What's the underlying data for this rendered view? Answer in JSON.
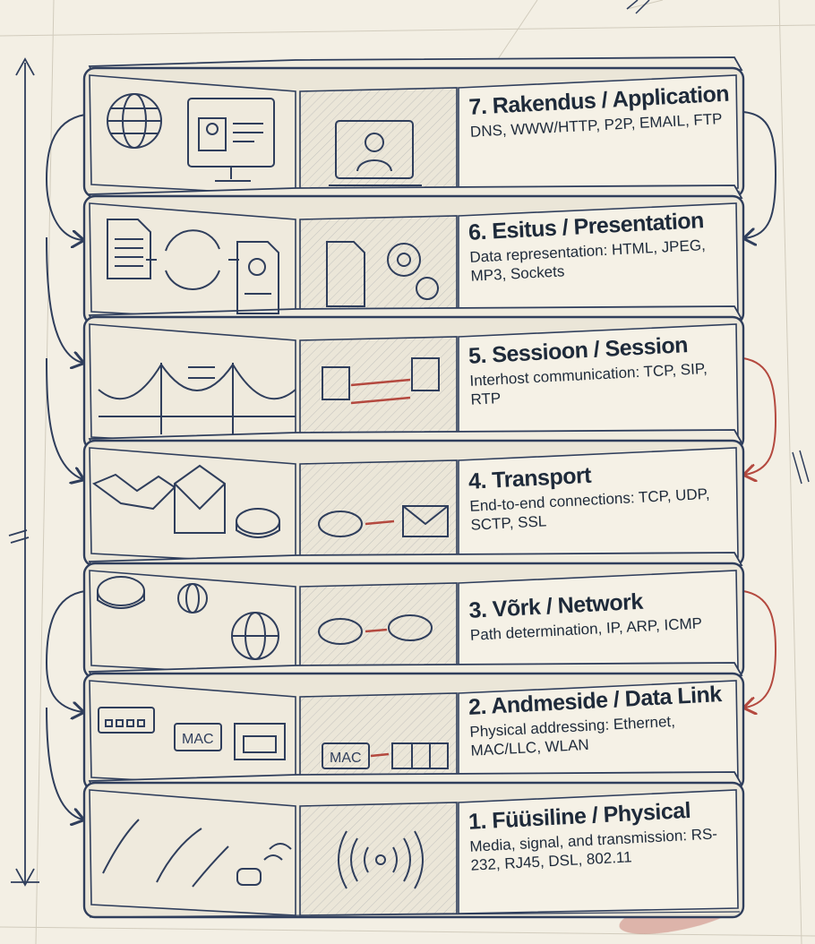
{
  "layers": [
    {
      "title": "7. Rakendus / Application",
      "description": "DNS, WWW/HTTP, P2P, EMAIL, FTP",
      "icons": [
        "globe-icon",
        "monitor-profile-icon",
        "laptop-user-icon"
      ]
    },
    {
      "title": "6. Esitus / Presentation",
      "description": "Data representation: HTML, JPEG, MP3, Sockets",
      "icons": [
        "document-icon",
        "sync-arrows-icon",
        "document-gear-icon",
        "gears-icon"
      ]
    },
    {
      "title": "5. Sessioon / Session",
      "description": "Interhost communication: TCP, SIP, RTP",
      "icons": [
        "bridge-icon",
        "exchange-arrows-icon",
        "session-link-icon"
      ]
    },
    {
      "title": "4. Transport",
      "description": "End-to-end connections: TCP, UDP, SCTP, SSL",
      "icons": [
        "handshake-icon",
        "envelope-icon",
        "router-icon"
      ]
    },
    {
      "title": "3. Võrk / Network",
      "description": "Path determination, IP, ARP, ICMP",
      "icons": [
        "router-icon",
        "globe-icon",
        "router-to-router-icon"
      ]
    },
    {
      "title": "2. Andmeside / Data Link",
      "description": "Physical addressing: Ethernet, MAC/LLC, WLAN",
      "icons": [
        "switch-icon",
        "mac-tag-icon",
        "frame-icon"
      ],
      "mac_label": "MAC"
    },
    {
      "title": "1. Füüsiline / Physical",
      "description": "Media, signal, and transmission: RS-232, RJ45, DSL, 802.11",
      "icons": [
        "cables-icon",
        "connector-icon",
        "wireless-signal-icon"
      ]
    }
  ],
  "colors": {
    "ink": "#2f3e5c",
    "paper": "#f3efe4",
    "accent_red": "#b4493f",
    "box_fill": "#ebe6d8"
  }
}
